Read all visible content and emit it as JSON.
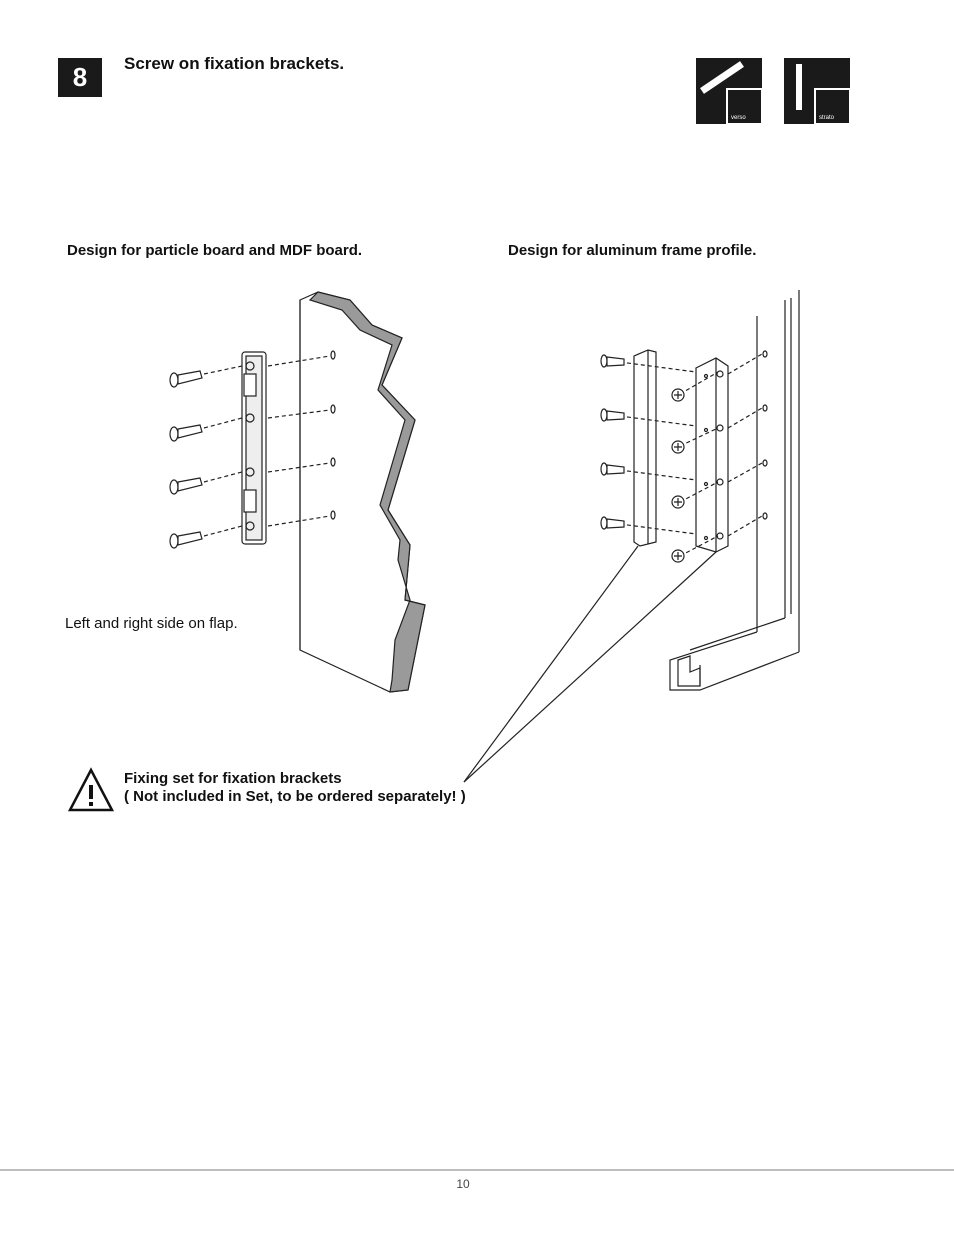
{
  "step": {
    "number": "8",
    "title": "Screw on fixation brackets."
  },
  "logos": [
    {
      "name": "verso-logo",
      "label": "verso"
    },
    {
      "name": "strato-logo",
      "label": "strato"
    }
  ],
  "left_panel": {
    "heading": "Design for particle board and MDF board.",
    "caption": "Left and right side on flap."
  },
  "right_panel": {
    "heading": "Design for aluminum frame profile."
  },
  "warning": {
    "icon": "warning-triangle-icon",
    "line1": "Fixing set for fixation brackets",
    "line2": "( Not included in Set, to be ordered separately! )"
  },
  "footer": {
    "page_number": "10"
  }
}
